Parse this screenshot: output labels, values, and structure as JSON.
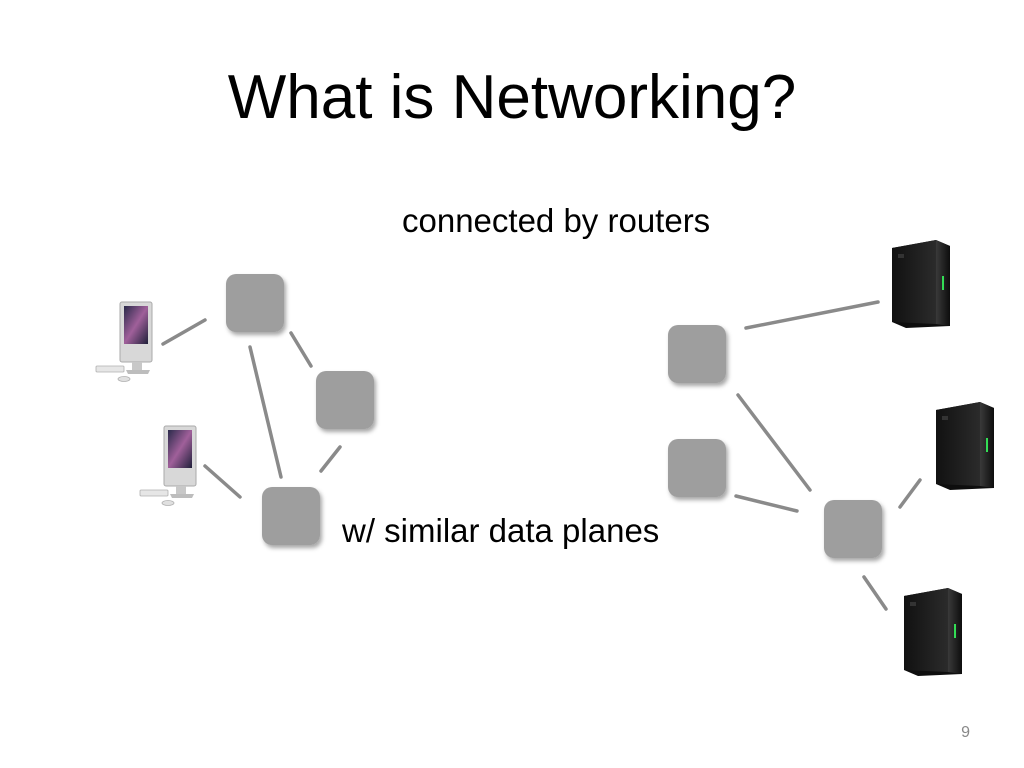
{
  "slide": {
    "title": "What is Networking?",
    "label_top": "connected by routers",
    "label_bottom": "w/ similar data planes",
    "page_number": "9"
  },
  "colors": {
    "router_fill": "#9e9e9e",
    "link_stroke": "#8a8a8a",
    "server_body": "#1a1a1a",
    "server_led": "#33dd55"
  },
  "icons": {
    "host": "desktop-computer-icon",
    "server": "server-tower-icon",
    "router": "router-square"
  }
}
